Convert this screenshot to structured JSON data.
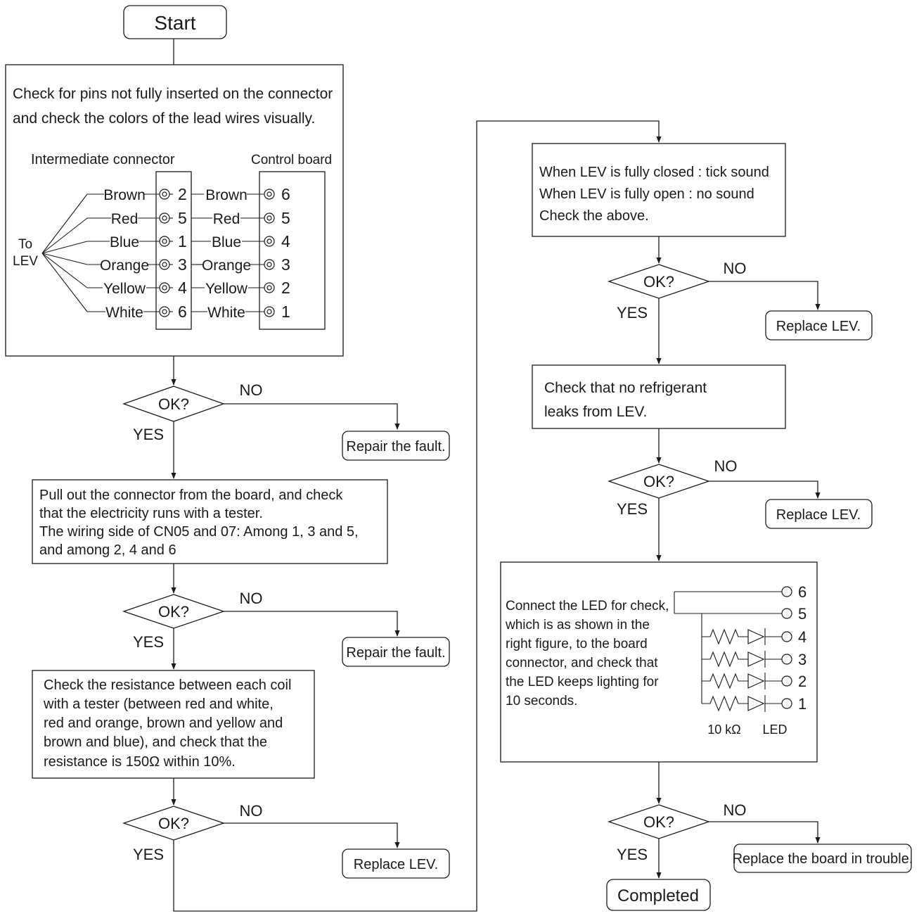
{
  "start": {
    "label": "Start"
  },
  "end": {
    "label": "Completed"
  },
  "labels": {
    "ok": "OK?",
    "yes": "YES",
    "no": "NO"
  },
  "outcomes": {
    "repair_fault": "Repair the fault.",
    "replace_lev": "Replace LEV.",
    "replace_board": "Replace the board in trouble."
  },
  "step1": {
    "lines": [
      "Check for pins not fully inserted on the connector",
      "and check the colors of the lead wires visually."
    ],
    "intermediate_title": "Intermediate connector",
    "board_title": "Control board",
    "to_lev": [
      "To",
      "LEV"
    ]
  },
  "wiring": [
    {
      "color": "Brown",
      "intermediate_pin": "2",
      "board_pin": "6"
    },
    {
      "color": "Red",
      "intermediate_pin": "5",
      "board_pin": "5"
    },
    {
      "color": "Blue",
      "intermediate_pin": "1",
      "board_pin": "4"
    },
    {
      "color": "Orange",
      "intermediate_pin": "3",
      "board_pin": "3"
    },
    {
      "color": "Yellow",
      "intermediate_pin": "4",
      "board_pin": "2"
    },
    {
      "color": "White",
      "intermediate_pin": "6",
      "board_pin": "1"
    }
  ],
  "step2": {
    "lines": [
      "Pull out the connector from the board, and check",
      "that the electricity runs with a tester.",
      "The wiring side of CN05 and 07: Among 1, 3 and 5,",
      "and among 2, 4 and 6"
    ]
  },
  "step3": {
    "lines": [
      "Check the resistance between each coil",
      "with a tester (between red and white,",
      "red and orange, brown and yellow and",
      "brown and blue), and check that the",
      "resistance is 150Ω within 10%."
    ]
  },
  "step4": {
    "lines": [
      "When LEV is fully closed : tick sound",
      "When LEV is fully open : no sound",
      "Check the above."
    ]
  },
  "step5": {
    "lines": [
      "Check that no refrigerant",
      "leaks from LEV."
    ]
  },
  "step6": {
    "lines": [
      "Connect the LED for check,",
      "which is as shown in the",
      "right figure, to the board",
      "connector, and check that",
      " the LED keeps lighting for",
      "10 seconds.",
      ""
    ],
    "resistor_label": "10 kΩ",
    "led_label": "LED"
  },
  "led_pins": [
    "6",
    "5",
    "4",
    "3",
    "2",
    "1"
  ]
}
